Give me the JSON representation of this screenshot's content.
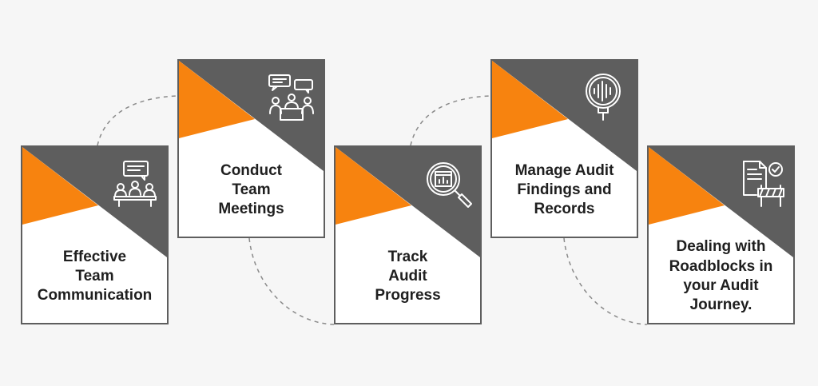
{
  "diagram": {
    "steps": [
      {
        "label": "Effective\nTeam\nCommunication",
        "icon": "team-meeting-chat-icon"
      },
      {
        "label": "Conduct\nTeam\nMeetings",
        "icon": "team-discussion-icon"
      },
      {
        "label": "Track\nAudit\nProgress",
        "icon": "magnifier-chart-icon"
      },
      {
        "label": "Manage Audit\nFindings and\nRecords",
        "icon": "voice-record-icon"
      },
      {
        "label": "Dealing with\nRoadblocks in\nyour Audit\nJourney.",
        "icon": "document-roadblock-icon"
      }
    ]
  },
  "colors": {
    "accent": "#f7830f",
    "dark": "#5e5e5e",
    "text": "#1f1f1f"
  }
}
